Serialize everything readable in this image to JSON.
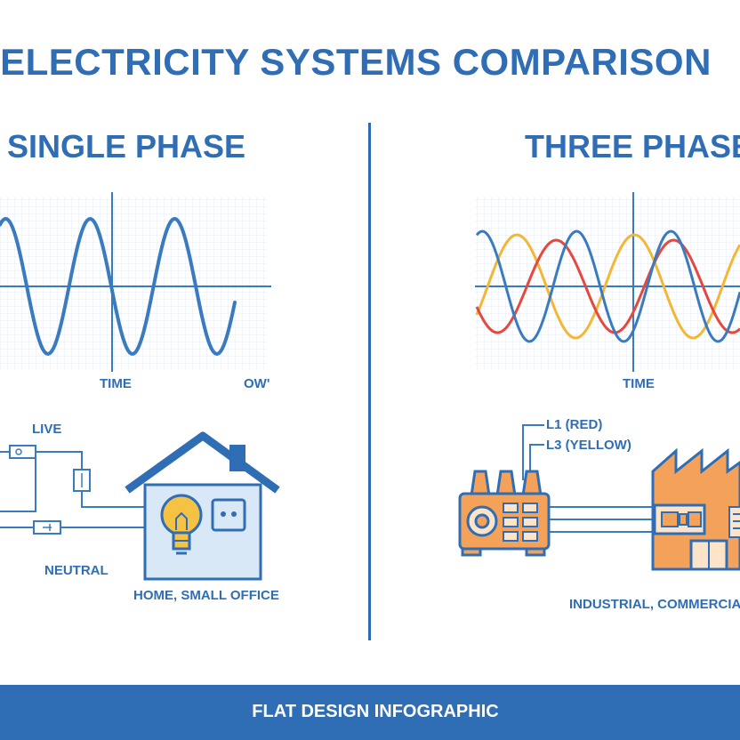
{
  "title": "ELECTRICITY SYSTEMS COMPARISON",
  "single_phase": {
    "heading": "SINGLE PHASE",
    "time_label": "TIME",
    "cut_label": "OW'",
    "live_label": "LIVE",
    "neutral_label": "NEUTRAL",
    "usage_label": "HOME, SMALL OFFICE"
  },
  "three_phase": {
    "heading": "THREE PHASE",
    "time_label": "TIME",
    "l1_label": "L1 (RED)",
    "l3_label": "L3 (YELLOW)",
    "usage_label": "INDUSTRIAL, COMMERCIAL"
  },
  "footer": "FLAT DESIGN INFOGRAPHIC",
  "colors": {
    "primary_blue": "#2f6db5",
    "wave_blue": "#3a7bc0",
    "phase_red": "#e4483f",
    "phase_yellow": "#f2b736",
    "orange": "#f4a259",
    "house_fill": "#d8e8f6",
    "bulb_yellow": "#f6c244"
  },
  "icons": [
    "lightbulb-icon",
    "socket-icon",
    "house-icon",
    "factory-icon",
    "generator-icon",
    "switch-icon",
    "fuse-icon"
  ]
}
